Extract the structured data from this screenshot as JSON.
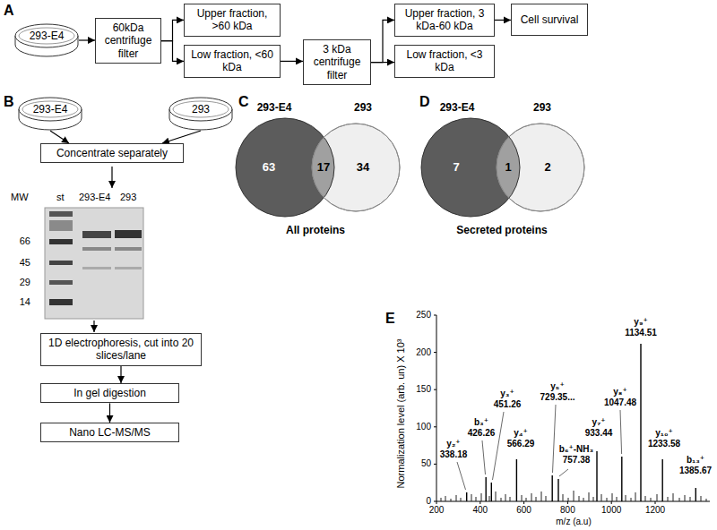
{
  "diagram": {
    "nodes": [
      {
        "text": [
          "293-E4"
        ]
      },
      {
        "text": [
          "60kDa centrifuge filter"
        ]
      },
      {
        "text": [
          "Upper fraction, >60 kDa"
        ]
      },
      {
        "text": [
          "Low fraction, <60 kDa"
        ]
      },
      {
        "text": [
          "3 kDa centrifuge filter"
        ]
      },
      {
        "text": [
          "Upper fraction, 3 kDa-60 kDa"
        ]
      },
      {
        "text": [
          "Low fraction, <3 kDa"
        ]
      },
      {
        "text": [
          "Cell survival"
        ]
      },
      {
        "text": [
          "293-E4"
        ]
      },
      {
        "text": [
          "293"
        ]
      },
      {
        "text": [
          "Concentrate separately"
        ]
      },
      {
        "text": [
          "1D electrophoresis, cut into 20 slices/lane"
        ]
      },
      {
        "text": [
          "In gel digestion"
        ]
      },
      {
        "text": [
          "Nano LC-MS/MS"
        ]
      },
      {
        "text": [
          "293-E4",
          "63"
        ]
      },
      {
        "text": [
          "293",
          "34"
        ]
      },
      {
        "text": [
          "293-E4",
          "7"
        ]
      },
      {
        "text": [
          "293",
          "2"
        ]
      }
    ],
    "edges": [
      {
        "from": 0,
        "to": 1,
        "arrow": "to"
      },
      {
        "from": 1,
        "to": 2,
        "arrow": "to"
      },
      {
        "from": 1,
        "to": 3,
        "arrow": "to"
      },
      {
        "from": 3,
        "to": 4,
        "arrow": "to"
      },
      {
        "from": 4,
        "to": 5,
        "arrow": "to"
      },
      {
        "from": 4,
        "to": 6,
        "arrow": "to"
      },
      {
        "from": 5,
        "to": 7,
        "arrow": "to"
      },
      {
        "from": 8,
        "to": 10,
        "arrow": "to"
      },
      {
        "from": 9,
        "to": 10,
        "arrow": "to"
      },
      {
        "from": 11,
        "to": 12,
        "arrow": "to"
      },
      {
        "from": 12,
        "to": 13,
        "arrow": "to"
      }
    ],
    "labels": [
      "A",
      "B",
      "C",
      "D",
      "E",
      "MW",
      "st",
      "293-E4",
      "293",
      "66",
      "45",
      "29",
      "14",
      "17",
      "All proteins",
      "1",
      "Secreted proteins",
      "0",
      "50",
      "100",
      "150",
      "200",
      "250",
      "200",
      "400",
      "600",
      "800",
      "1000",
      "1200",
      "Normalization level (arb. un) X 10³",
      "m/z (a.u)",
      "y₂⁺",
      "338.18",
      "b₃⁺",
      "426.26",
      "y₃⁺",
      "451.26",
      "y₄⁺",
      "566.29",
      "y₅⁺",
      "729.35...",
      "b₆⁺-NH₃",
      "757.38",
      "y₇⁺",
      "933.44",
      "y₈⁺",
      "1047.48",
      "y₉⁺",
      "1134.51",
      "y₁₀⁺",
      "1233.58",
      "b₁₃⁺",
      "1385.67"
    ]
  }
}
